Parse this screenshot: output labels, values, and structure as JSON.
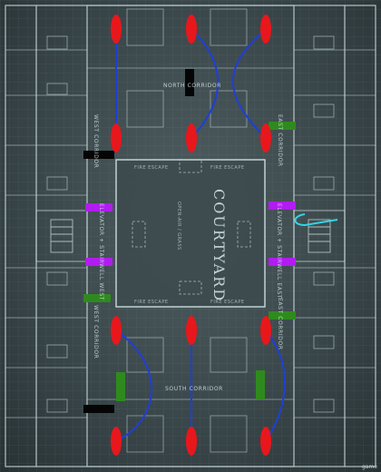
{
  "map": {
    "labels": {
      "north_corridor": "NORTH CORRIDOR",
      "south_corridor": "SOUTH CORRIDOR",
      "west_corridor": "WEST CORRIDOR",
      "east_corridor_n": "EAST CORRIDOR",
      "east_corridor_s": "EAST CORRIDOR",
      "courtyard": "COURTYARD",
      "courtyard_sub": "OPEN-AIR / GRASS",
      "fire_escape": "FIRE ESCAPE",
      "elevator_west": "ELEVATOR + STAIRWELL WEST",
      "elevator_east": "ELEVATOR + STAIRWELL EAST"
    },
    "watermark": "game"
  },
  "colors": {
    "door": "#e8171c",
    "blue_path": "#1f3fd6",
    "green_marker": "#2f8a1e",
    "purple_marker": "#b21cf0",
    "black_marker": "#050505",
    "cyan_marker": "#2fd6e6"
  }
}
